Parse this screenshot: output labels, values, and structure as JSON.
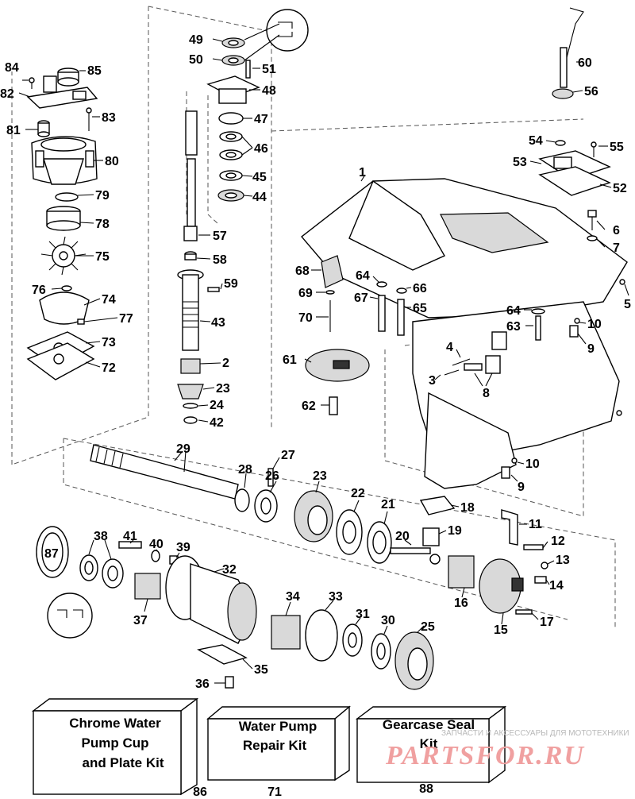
{
  "callouts": {
    "c1": "1",
    "c2": "2",
    "c3": "3",
    "c4": "4",
    "c5": "5",
    "c6": "6",
    "c7": "7",
    "c8": "8",
    "c9a": "9",
    "c9b": "9",
    "c10a": "10",
    "c10b": "10",
    "c11": "11",
    "c12": "12",
    "c13": "13",
    "c14": "14",
    "c15": "15",
    "c16": "16",
    "c17": "17",
    "c18": "18",
    "c19": "19",
    "c20": "20",
    "c21": "21",
    "c22": "22",
    "c23a": "23",
    "c23b": "23",
    "c24": "24",
    "c25": "25",
    "c26": "26",
    "c27": "27",
    "c28": "28",
    "c29": "29",
    "c30": "30",
    "c31": "31",
    "c32": "32",
    "c33": "33",
    "c34": "34",
    "c35": "35",
    "c36": "36",
    "c37": "37",
    "c38": "38",
    "c39": "39",
    "c40": "40",
    "c41": "41",
    "c42": "42",
    "c43": "43",
    "c44": "44",
    "c45": "45",
    "c46": "46",
    "c47": "47",
    "c48": "48",
    "c49": "49",
    "c50": "50",
    "c51": "51",
    "c52": "52",
    "c53": "53",
    "c54": "54",
    "c55": "55",
    "c56": "56",
    "c57": "57",
    "c58": "58",
    "c59": "59",
    "c60": "60",
    "c61": "61",
    "c62": "62",
    "c63": "63",
    "c64a": "64",
    "c64b": "64",
    "c65": "65",
    "c66": "66",
    "c67": "67",
    "c68": "68",
    "c69": "69",
    "c70": "70",
    "c72": "72",
    "c73": "73",
    "c74": "74",
    "c75": "75",
    "c76": "76",
    "c77": "77",
    "c78": "78",
    "c79": "79",
    "c80": "80",
    "c81": "81",
    "c82": "82",
    "c83": "83",
    "c84": "84",
    "c85": "85",
    "c87": "87"
  },
  "kits": {
    "chrome": {
      "line1": "Chrome Water",
      "line2": "Pump Cup",
      "line3": "and Plate Kit",
      "number": "86"
    },
    "water_pump": {
      "line1": "Water Pump",
      "line2": "Repair Kit",
      "number": "71"
    },
    "seal": {
      "line1": "Gearcase Seal",
      "line2": "Kit",
      "number": "88"
    }
  },
  "watermark": {
    "tagline": "ЗАПЧАСТИ И АКСЕССУАРЫ ДЛЯ МОТОТЕХНИКИ",
    "brand": "PARTSFOR.RU"
  }
}
